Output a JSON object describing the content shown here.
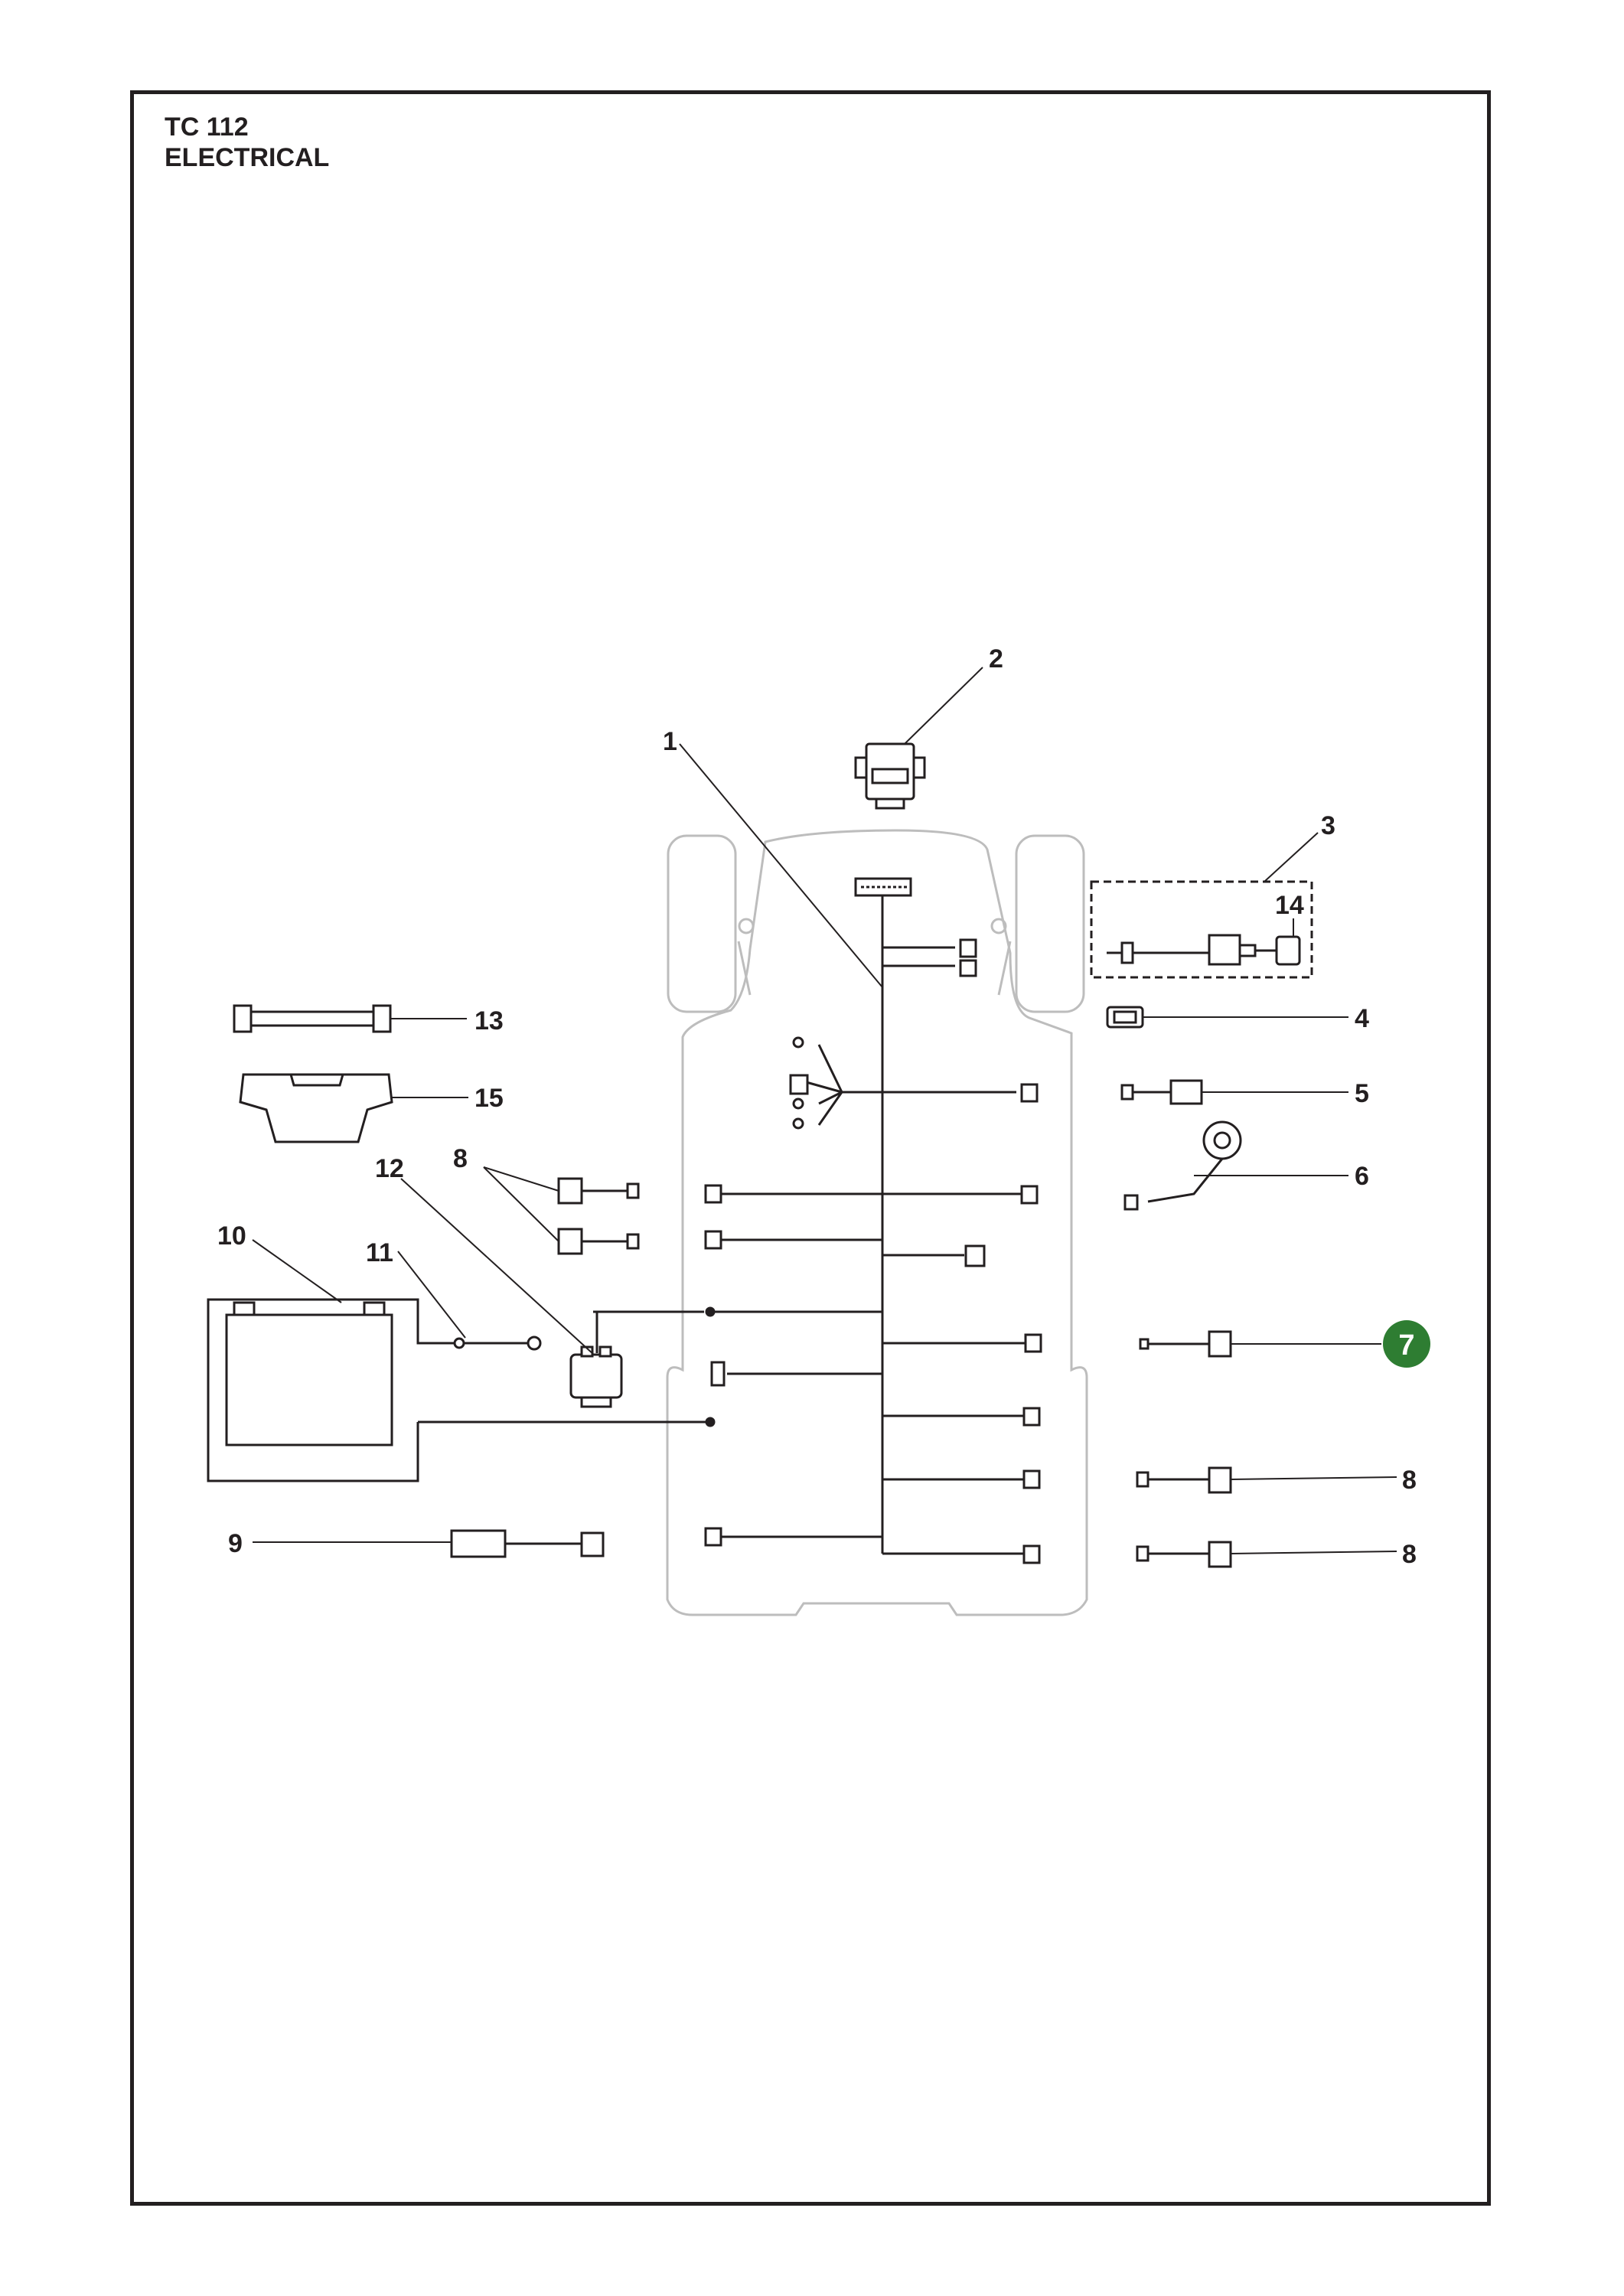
{
  "header": {
    "model": "TC 112",
    "section": "ELECTRICAL"
  },
  "callouts": {
    "c1": "1",
    "c2": "2",
    "c3": "3",
    "c4": "4",
    "c5": "5",
    "c6": "6",
    "c7": "7",
    "c8a": "8",
    "c8b": "8",
    "c8c": "8",
    "c9": "9",
    "c10": "10",
    "c11": "11",
    "c12": "12",
    "c13": "13",
    "c14": "14",
    "c15": "15"
  },
  "highlight": {
    "selected_part": "7",
    "color": "#2e7d32"
  },
  "colors": {
    "ink": "#231f20",
    "chassis_outline": "#bdbdbd"
  }
}
